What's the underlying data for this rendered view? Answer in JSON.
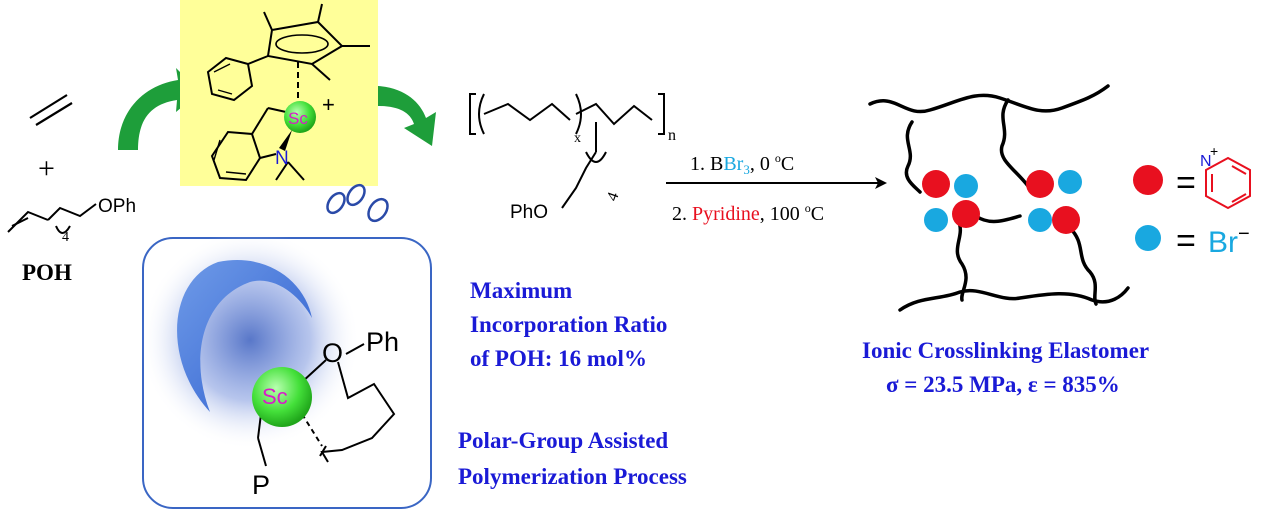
{
  "monomers": {
    "plus": "+",
    "comonomer_substituent": "OPh",
    "chain_repeat": "4",
    "comonomer_name": "POH"
  },
  "catalyst": {
    "metal": "Sc",
    "charge": "+",
    "nitrogen": "N"
  },
  "polymer": {
    "subscript_x": "x",
    "subscript_n": "n",
    "chain_repeat": "4",
    "end_group": "PhO"
  },
  "reaction_conditions": {
    "step1_number": "1. ",
    "step1_reagent_b": "B",
    "step1_reagent_br": "Br",
    "step1_reagent_sub": "3",
    "step1_temp": ", 0 ",
    "step1_deg": "o",
    "step1_unit": "C",
    "step2_number": "2. ",
    "step2_reagent": "Pyridine",
    "step2_temp": ", 100 ",
    "step2_deg": "o",
    "step2_unit": "C"
  },
  "mechanism": {
    "metal": "Sc",
    "oxygen": "O",
    "phenyl": "Ph",
    "polymer_chain": "P"
  },
  "annotations": {
    "incorporation_line1": "Maximum",
    "incorporation_line2": "Incorporation  Ratio",
    "incorporation_line3": "of POH: 16 mol%",
    "process_line1": "Polar-Group  Assisted",
    "process_line2": "Polymerization  Process"
  },
  "legend": {
    "equals": "=",
    "pyridinium_n": "N",
    "pyridinium_charge": "+",
    "bromide": "Br",
    "bromide_charge": "−"
  },
  "product": {
    "title": "Ionic  Crosslinking  Elastomer",
    "properties": "σ = 23.5 MPa,  ε = 835%"
  },
  "colors": {
    "catalyst_box": "#ffff99",
    "green_arrow": "#1e9e3a",
    "red_cation": "#e8101f",
    "cyan_anion": "#19a8e0",
    "scandium_ball": "#44e03a",
    "scandium_text": "#d81bc9",
    "title_blue": "#1a1ad6"
  }
}
